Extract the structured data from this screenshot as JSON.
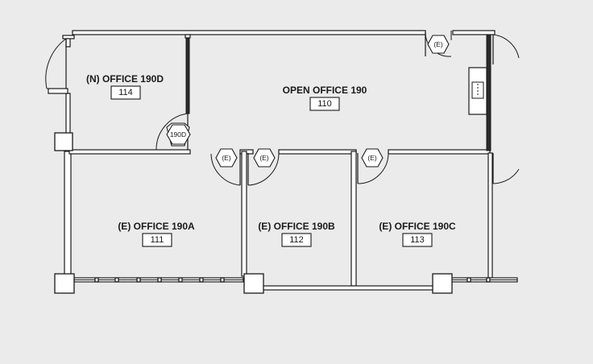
{
  "rooms": {
    "office_190d": {
      "name": "(N) OFFICE 190D",
      "number": "114"
    },
    "open_office_190": {
      "name": "OPEN OFFICE 190",
      "number": "110"
    },
    "office_190a": {
      "name": "(E) OFFICE 190A",
      "number": "111"
    },
    "office_190b": {
      "name": "(E) OFFICE 190B",
      "number": "112"
    },
    "office_190c": {
      "name": "(E) OFFICE 190C",
      "number": "113"
    }
  },
  "door_tags": {
    "door_190d": "190D",
    "door_e_top": "(E)",
    "door_e_a": "(E)",
    "door_e_b": "(E)",
    "door_e_c": "(E)"
  },
  "colors": {
    "background": "#ebebeb",
    "lines": "#1a1a1a",
    "fill": "#ffffff"
  }
}
